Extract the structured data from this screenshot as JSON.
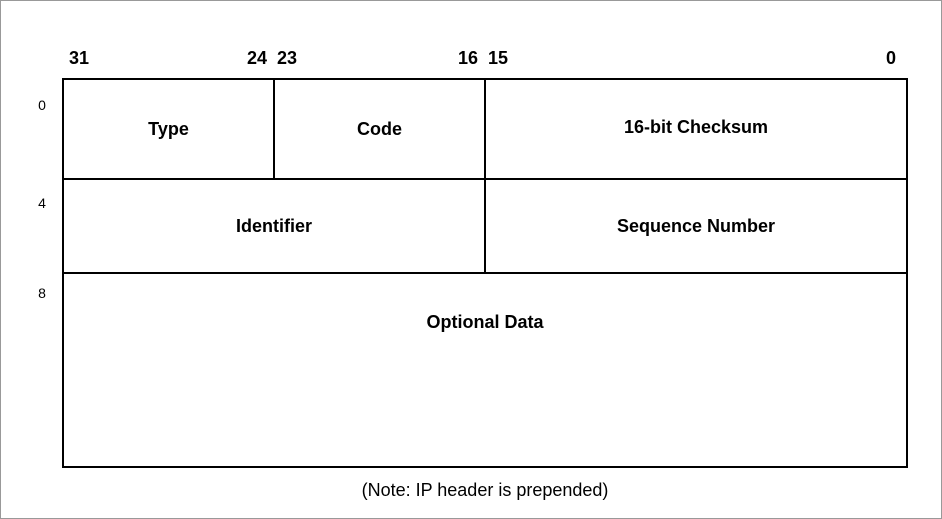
{
  "bit_labels": {
    "b31": "31",
    "b24": "24",
    "b23": "23",
    "b16": "16",
    "b15": "15",
    "b0": "0"
  },
  "offsets": {
    "o0": "0",
    "o4": "4",
    "o8": "8"
  },
  "fields": {
    "type": "Type",
    "code": "Code",
    "checksum": "16-bit Checksum",
    "identifier": "Identifier",
    "sequence_number": "Sequence Number",
    "optional_data": "Optional Data"
  },
  "note": "(Note: IP header is prepended)"
}
